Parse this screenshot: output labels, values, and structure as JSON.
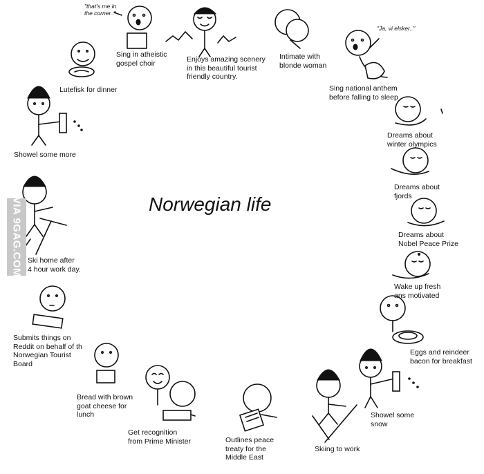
{
  "title": "Norwegian life",
  "watermark": "VIA 9GAG.COM",
  "notes": {
    "corner": "\"that's me in\nthe corner..\"",
    "anthem": "\"Ja, vi elsker..\""
  },
  "captions": {
    "choir": "Sing in atheistic\n     gospel choir",
    "scenery": "Enjoys amazing scenery\nin this beautiful tourist\nfriendly country.",
    "intimate": "Intimate with\nblonde woman",
    "anthem": "Sing national anthem\nbefore falling to sleep",
    "olympics": "Dreams about\nwinter olympics",
    "fjords": "Dreams about\nfjords",
    "nobel": "Dreams about\nNobel Peace Prize",
    "wake": "Wake up fresh\n     ans motivated",
    "breakfast": "Eggs and reindeer\nbacon for breakfast",
    "shovel_right": "Showel some\nsnow",
    "ski_work": "Skiing to work",
    "peace": "Outlines peace\ntreaty for the\nMiddle East",
    "pm": "Get recognition\nfrom Prime Minister",
    "bread": "Bread with brown\ngoat cheese for\nlunch",
    "reddit": "Submits things on\nReddit on behalf of th\nNorwegian Tourist\nBoard",
    "ski_home": "Ski home after\n4 hour work day.",
    "shovel_left": "Showel some more",
    "lutefisk": "Lutefisk for dinner"
  }
}
